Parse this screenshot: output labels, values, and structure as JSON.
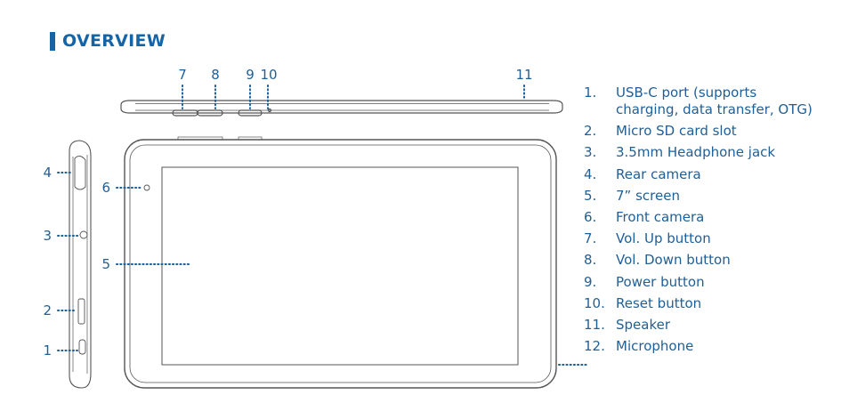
{
  "header": {
    "title": "OVERVIEW",
    "accent_color": "#1565a6"
  },
  "callout_numbers": [
    "1",
    "2",
    "3",
    "4",
    "5",
    "6",
    "7",
    "8",
    "9",
    "10",
    "11"
  ],
  "legend": [
    {
      "number": "1.",
      "label": "USB-C port (supports charging, data transfer, OTG)"
    },
    {
      "number": "2.",
      "label": "Micro SD card slot"
    },
    {
      "number": "3.",
      "label": "3.5mm Headphone jack"
    },
    {
      "number": "4.",
      "label": "Rear camera"
    },
    {
      "number": "5.",
      "label": "7” screen"
    },
    {
      "number": "6.",
      "label": "Front camera"
    },
    {
      "number": "7.",
      "label": "Vol. Up button"
    },
    {
      "number": "8.",
      "label": "Vol. Down button"
    },
    {
      "number": "9.",
      "label": "Power button"
    },
    {
      "number": "10.",
      "label": "Reset button"
    },
    {
      "number": "11.",
      "label": "Speaker"
    },
    {
      "number": "12.",
      "label": "Microphone"
    }
  ],
  "colors": {
    "text": "#1f5f97",
    "outline": "#555555"
  }
}
